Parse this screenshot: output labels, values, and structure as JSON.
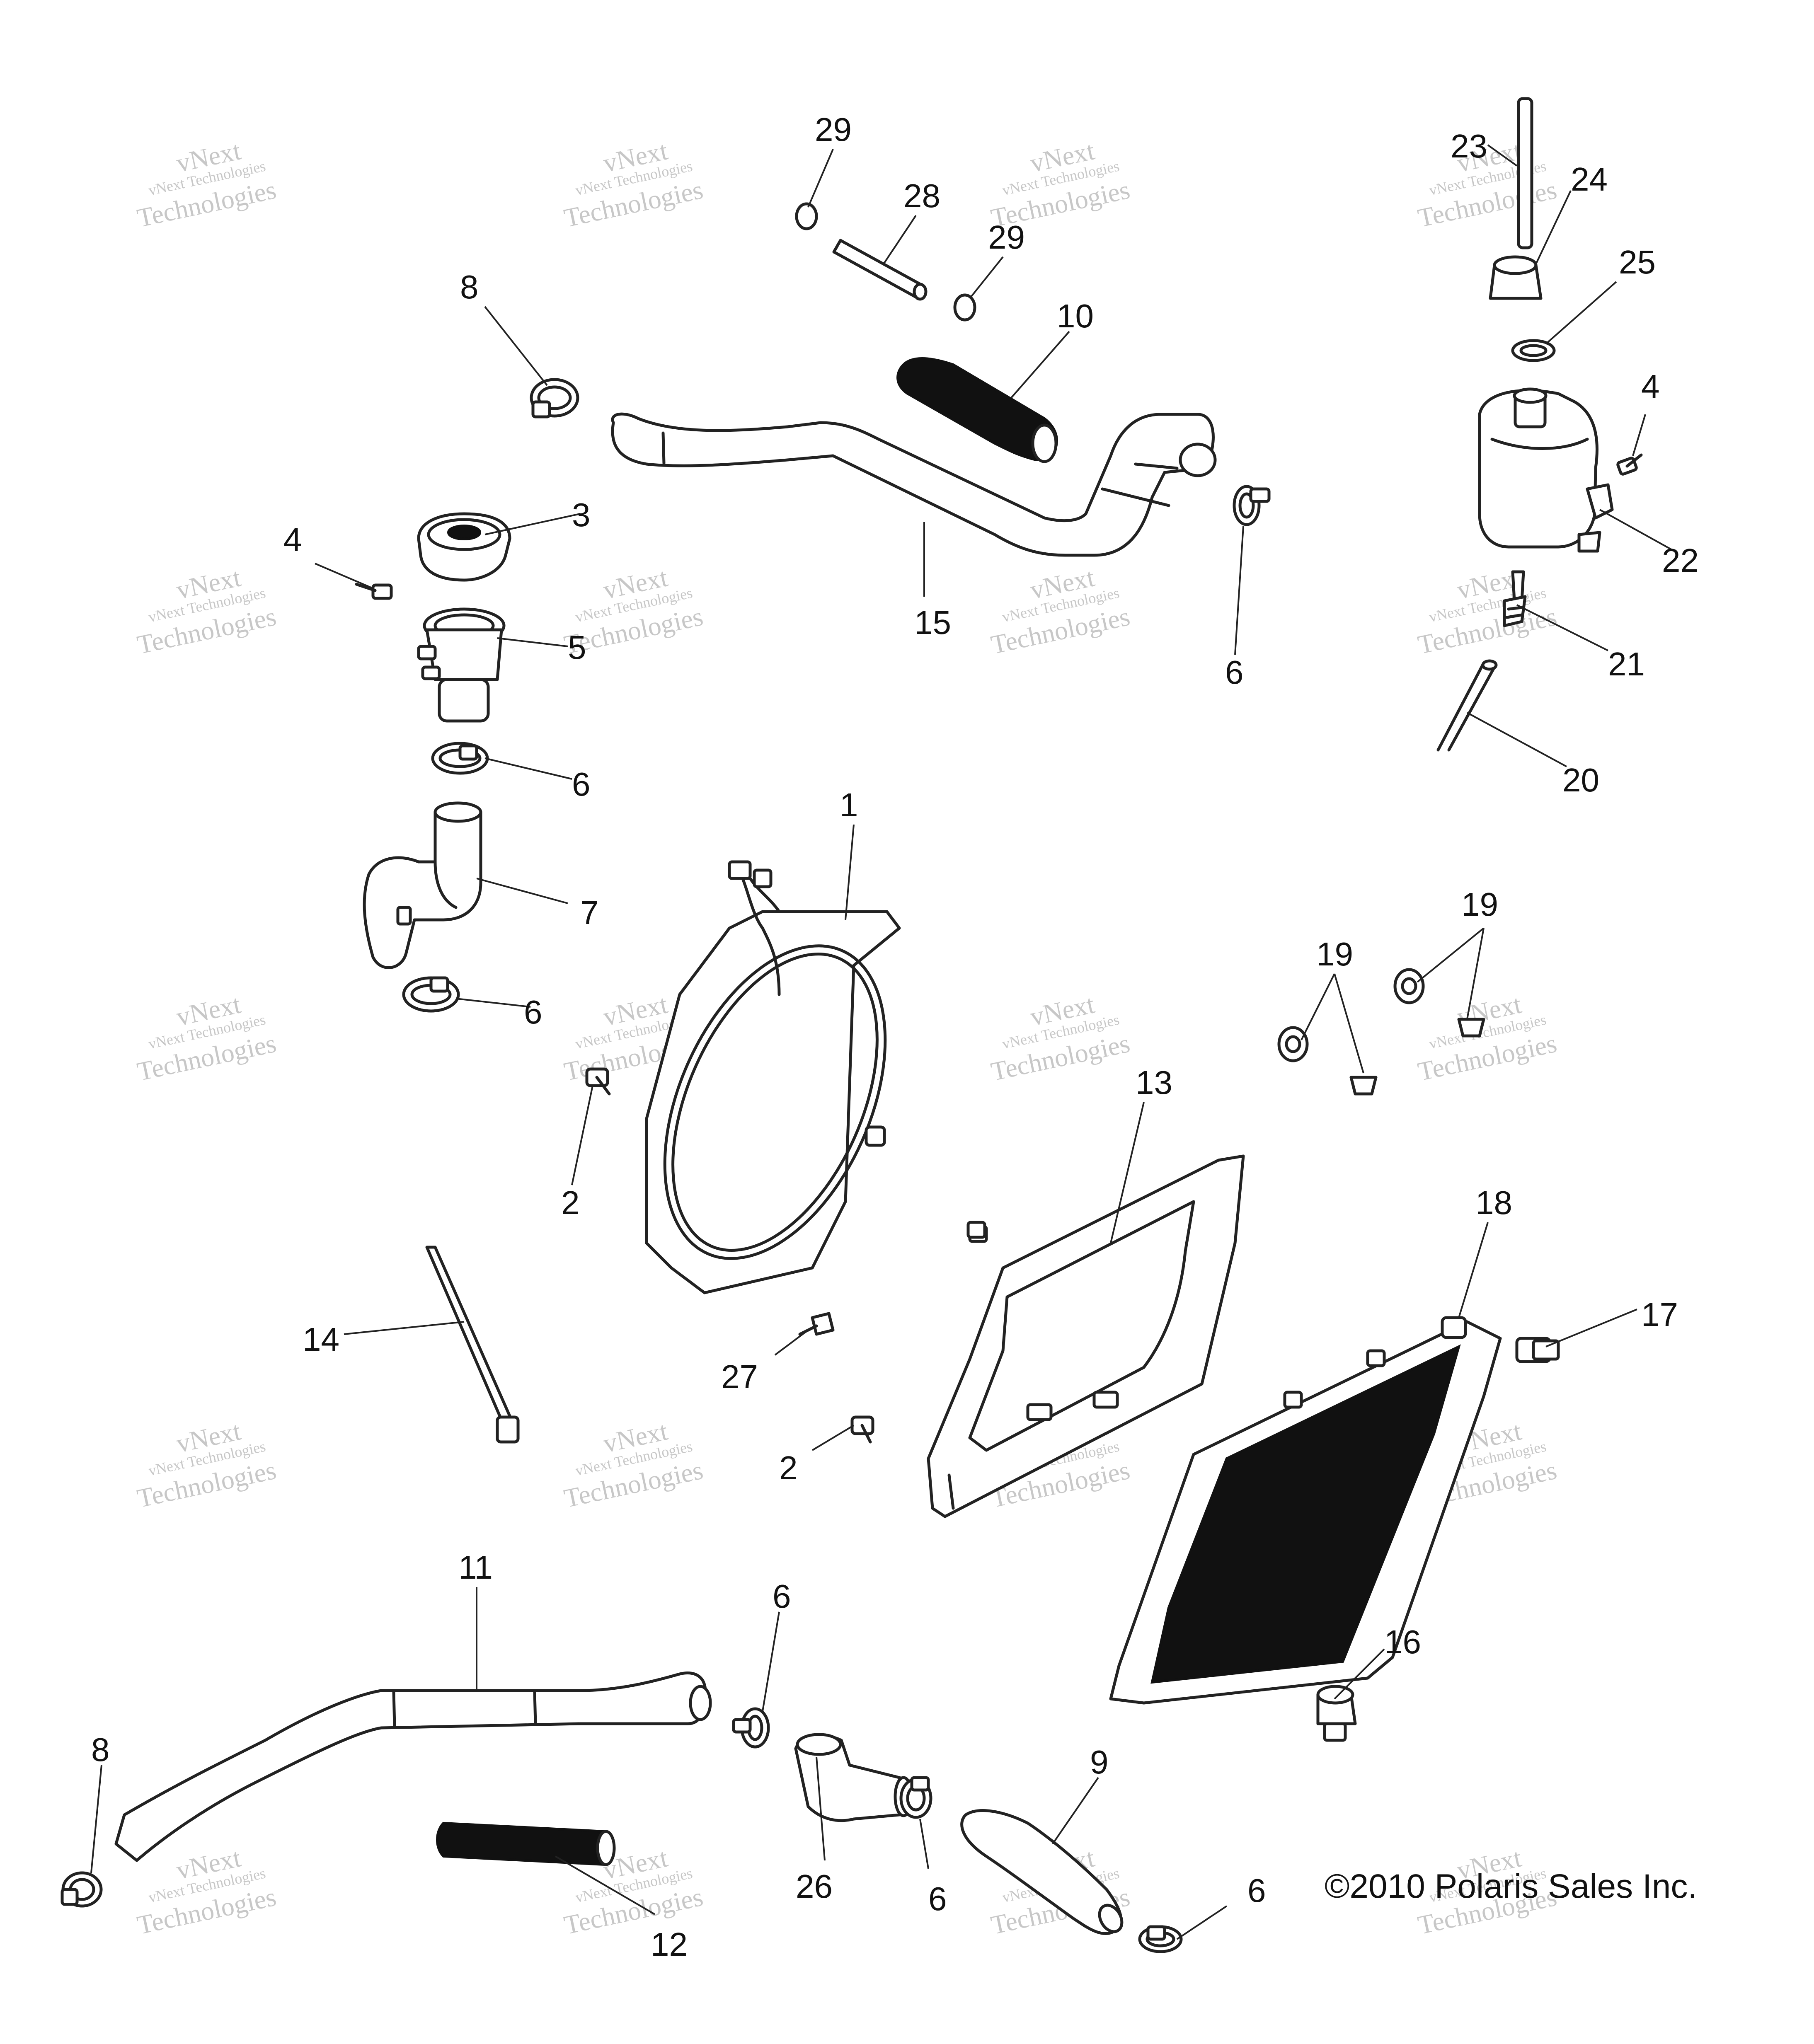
{
  "callouts": {
    "c29a": "29",
    "c28": "28",
    "c29b": "29",
    "c23": "23",
    "c24": "24",
    "c25": "25",
    "c8a": "8",
    "c10": "10",
    "c4a": "4",
    "c3": "3",
    "c4b": "4",
    "c22": "22",
    "c5": "5",
    "c15": "15",
    "c6a": "6",
    "c21": "21",
    "c6b": "6",
    "c20": "20",
    "c1": "1",
    "c7": "7",
    "c19a": "19",
    "c19b": "19",
    "c6c": "6",
    "c13": "13",
    "c2a": "2",
    "c18": "18",
    "c17": "17",
    "c14": "14",
    "c27": "27",
    "c2b": "2",
    "c11": "11",
    "c6d": "6",
    "c16": "16",
    "c8b": "8",
    "c9": "9",
    "c26": "26",
    "c6e": "6",
    "c6f": "6",
    "c12": "12"
  },
  "watermark": {
    "line1": "vNext Technologies",
    "line2": "vNext",
    "line3": "Technologies"
  },
  "copyright": "©2010 Polaris Sales Inc."
}
